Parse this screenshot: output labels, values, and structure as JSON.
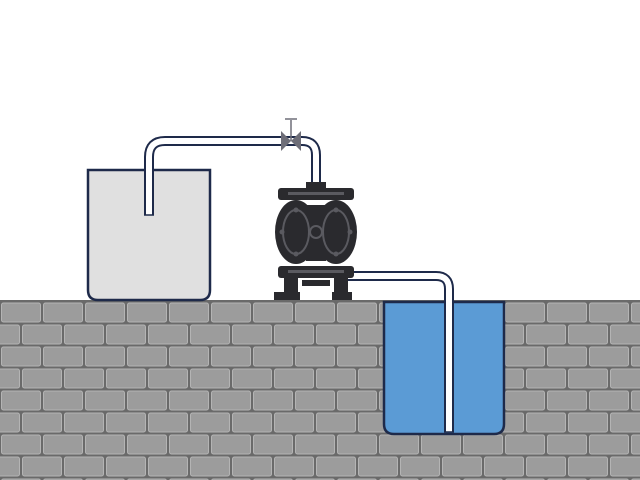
{
  "scene": {
    "background": "#ffffff",
    "wall": {
      "brick_color": "#9c9c9c",
      "brick_highlight": "#b4b4b4",
      "mortar_color": "#6a6a6a"
    },
    "source_tank": {
      "fill": "#e0e0e0",
      "outline": "#1e2a4a",
      "level": 1.0
    },
    "destination_tank": {
      "fill": "#5b9bd5",
      "outline": "#1e2a4a",
      "level": 1.0
    },
    "pipe": {
      "fill": "#ffffff",
      "outline": "#1e2a4a"
    },
    "valve": {
      "color": "#6e6e78",
      "state": "open"
    },
    "pump": {
      "type": "air-operated double diaphragm pump",
      "body_color": "#2a2a2e",
      "highlight_color": "#5a5a60"
    }
  }
}
